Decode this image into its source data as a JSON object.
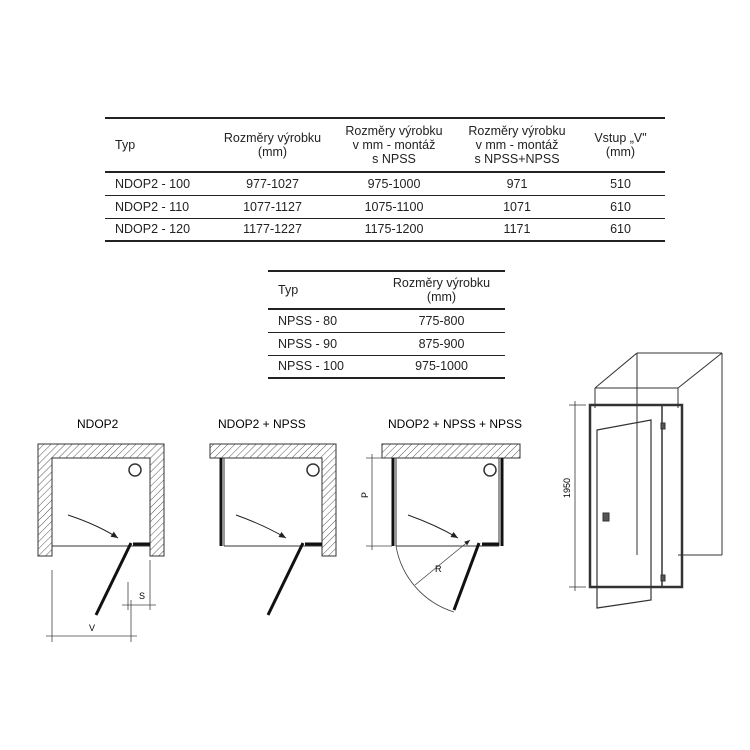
{
  "table1": {
    "headers": [
      "Typ",
      "Rozměry výrobku (mm)",
      "Rozměry výrobku v mm - montáž s NPSS",
      "Rozměry výrobku v mm - montáž s NPSS+NPSS",
      "Vstup „V\" (mm)"
    ],
    "header_lines": [
      [
        "Typ"
      ],
      [
        "Rozměry výrobku",
        "(mm)"
      ],
      [
        "Rozměry výrobku",
        "v mm - montáž",
        "s NPSS"
      ],
      [
        "Rozměry výrobku",
        "v mm - montáž",
        "s NPSS+NPSS"
      ],
      [
        "Vstup „V\"",
        "(mm)"
      ]
    ],
    "rows": [
      [
        "NDOP2 - 100",
        "977-1027",
        "975-1000",
        "971",
        "510"
      ],
      [
        "NDOP2 - 110",
        "1077-1127",
        "1075-1100",
        "1071",
        "610"
      ],
      [
        "NDOP2 - 120",
        "1177-1227",
        "1175-1200",
        "1171",
        "610"
      ]
    ]
  },
  "table2": {
    "header_lines": [
      [
        "Typ"
      ],
      [
        "Rozměry výrobku",
        "(mm)"
      ]
    ],
    "rows": [
      [
        "NPSS - 80",
        "775-800"
      ],
      [
        "NPSS - 90",
        "875-900"
      ],
      [
        "NPSS - 100",
        "975-1000"
      ]
    ]
  },
  "diagrams": {
    "d1_title": "NDOP2",
    "d2_title": "NDOP2 + NPSS",
    "d3_title": "NDOP2 + NPSS + NPSS",
    "label_s": "S",
    "label_v": "V",
    "label_p": "P",
    "label_r": "R",
    "height_label": "1950"
  }
}
